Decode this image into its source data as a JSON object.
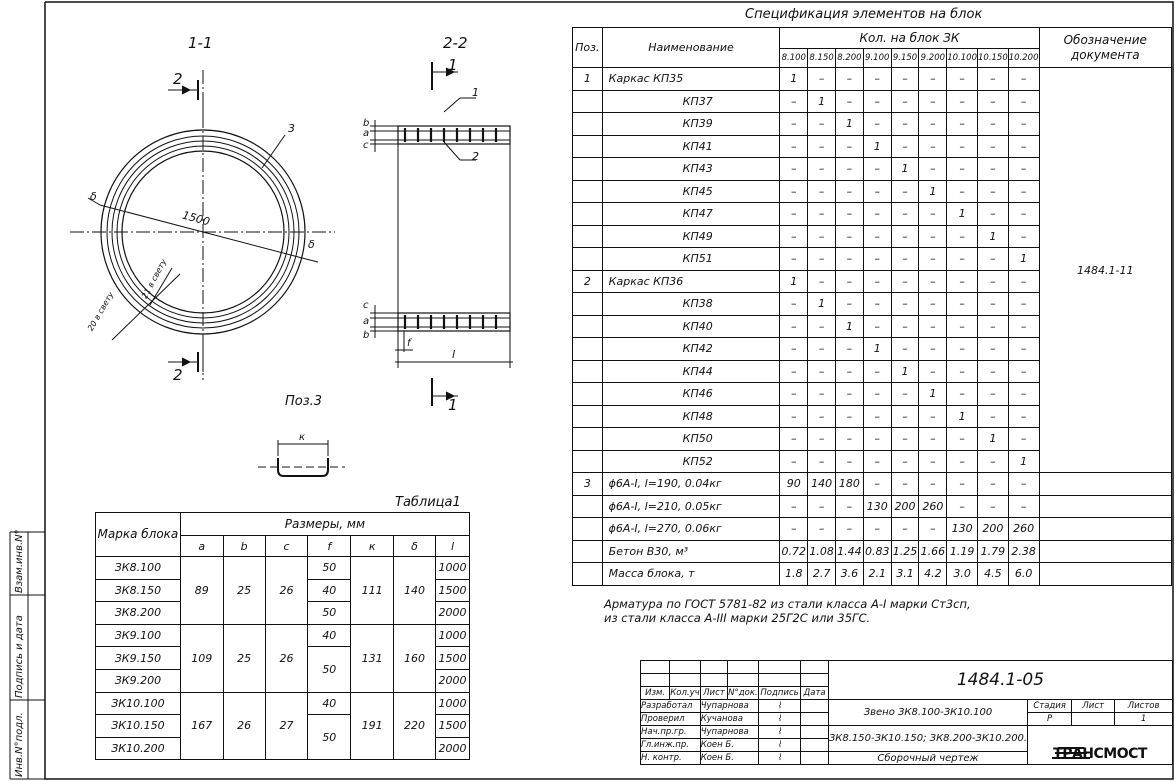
{
  "drawing": {
    "section_11": "1-1",
    "section_22": "2-2",
    "cut_2_top": "2",
    "cut_2_bottom": "2",
    "cut_1_top": "1",
    "cut_1_bottom": "1",
    "diameter": "1500",
    "dim_delta_left": "δ",
    "dim_delta_right": "δ",
    "dim_a": "a",
    "dim_b": "b",
    "dim_c": "c",
    "dim_f": "f",
    "dim_l": "l",
    "dim_k": "к",
    "pos_1": "1",
    "pos_2": "2",
    "pos_3": "3",
    "clear_20": "20 в свету",
    "clear_21": "21 в свету",
    "poz3": "Поз.3"
  },
  "spec": {
    "title": "Спецификация элементов на блок",
    "h_pos": "Поз.",
    "h_name": "Наименование",
    "h_qty": "Кол. на блок ЗК",
    "h_doc": "Обозначение документа",
    "sub_cols": [
      "8.100",
      "8.150",
      "8.200",
      "9.100",
      "9.150",
      "9.200",
      "10.100",
      "10.150",
      "10.200"
    ],
    "doc_value": "1484.1-11",
    "rows": [
      {
        "pos": "1",
        "name": "Каркас КП35",
        "indent": false,
        "q": [
          "1",
          "–",
          "–",
          "–",
          "–",
          "–",
          "–",
          "–",
          "–"
        ]
      },
      {
        "pos": "",
        "name": "КП37",
        "indent": true,
        "q": [
          "–",
          "1",
          "–",
          "–",
          "–",
          "–",
          "–",
          "–",
          "–"
        ]
      },
      {
        "pos": "",
        "name": "КП39",
        "indent": true,
        "q": [
          "–",
          "–",
          "1",
          "–",
          "–",
          "–",
          "–",
          "–",
          "–"
        ]
      },
      {
        "pos": "",
        "name": "КП41",
        "indent": true,
        "q": [
          "–",
          "–",
          "–",
          "1",
          "–",
          "–",
          "–",
          "–",
          "–"
        ]
      },
      {
        "pos": "",
        "name": "КП43",
        "indent": true,
        "q": [
          "–",
          "–",
          "–",
          "–",
          "1",
          "–",
          "–",
          "–",
          "–"
        ]
      },
      {
        "pos": "",
        "name": "КП45",
        "indent": true,
        "q": [
          "–",
          "–",
          "–",
          "–",
          "–",
          "1",
          "–",
          "–",
          "–"
        ]
      },
      {
        "pos": "",
        "name": "КП47",
        "indent": true,
        "q": [
          "–",
          "–",
          "–",
          "–",
          "–",
          "–",
          "1",
          "–",
          "–"
        ]
      },
      {
        "pos": "",
        "name": "КП49",
        "indent": true,
        "q": [
          "–",
          "–",
          "–",
          "–",
          "–",
          "–",
          "–",
          "1",
          "–"
        ]
      },
      {
        "pos": "",
        "name": "КП51",
        "indent": true,
        "q": [
          "–",
          "–",
          "–",
          "–",
          "–",
          "–",
          "–",
          "–",
          "1"
        ]
      },
      {
        "pos": "2",
        "name": "Каркас КП36",
        "indent": false,
        "q": [
          "1",
          "–",
          "–",
          "–",
          "–",
          "–",
          "–",
          "–",
          "–"
        ]
      },
      {
        "pos": "",
        "name": "КП38",
        "indent": true,
        "q": [
          "–",
          "1",
          "–",
          "–",
          "–",
          "–",
          "–",
          "–",
          "–"
        ]
      },
      {
        "pos": "",
        "name": "КП40",
        "indent": true,
        "q": [
          "–",
          "–",
          "1",
          "–",
          "–",
          "–",
          "–",
          "–",
          "–"
        ]
      },
      {
        "pos": "",
        "name": "КП42",
        "indent": true,
        "q": [
          "–",
          "–",
          "–",
          "1",
          "–",
          "–",
          "–",
          "–",
          "–"
        ]
      },
      {
        "pos": "",
        "name": "КП44",
        "indent": true,
        "q": [
          "–",
          "–",
          "–",
          "–",
          "1",
          "–",
          "–",
          "–",
          "–"
        ]
      },
      {
        "pos": "",
        "name": "КП46",
        "indent": true,
        "q": [
          "–",
          "–",
          "–",
          "–",
          "–",
          "1",
          "–",
          "–",
          "–"
        ]
      },
      {
        "pos": "",
        "name": "КП48",
        "indent": true,
        "q": [
          "–",
          "–",
          "–",
          "–",
          "–",
          "–",
          "1",
          "–",
          "–"
        ]
      },
      {
        "pos": "",
        "name": "КП50",
        "indent": true,
        "q": [
          "–",
          "–",
          "–",
          "–",
          "–",
          "–",
          "–",
          "1",
          "–"
        ]
      },
      {
        "pos": "",
        "name": "КП52",
        "indent": true,
        "q": [
          "–",
          "–",
          "–",
          "–",
          "–",
          "–",
          "–",
          "–",
          "1"
        ]
      },
      {
        "pos": "3",
        "name": "ϕ6A-I,  l=190,  0.04кг",
        "indent": false,
        "q": [
          "90",
          "140",
          "180",
          "–",
          "–",
          "–",
          "–",
          "–",
          "–"
        ]
      },
      {
        "pos": "",
        "name": "ϕ6A-I,  l=210,  0.05кг",
        "indent": false,
        "q": [
          "–",
          "–",
          "–",
          "130",
          "200",
          "260",
          "–",
          "–",
          "–"
        ]
      },
      {
        "pos": "",
        "name": "ϕ6A-I,  l=270,  0.06кг",
        "indent": false,
        "q": [
          "–",
          "–",
          "–",
          "–",
          "–",
          "–",
          "130",
          "200",
          "260"
        ]
      },
      {
        "pos": "",
        "name": "Бетон В30,  м³",
        "indent": false,
        "q": [
          "0.72",
          "1.08",
          "1.44",
          "0.83",
          "1.25",
          "1.66",
          "1.19",
          "1.79",
          "2.38"
        ]
      },
      {
        "pos": "",
        "name": "Масса блока,  т",
        "indent": false,
        "q": [
          "1.8",
          "2.7",
          "3.6",
          "2.1",
          "3.1",
          "4.2",
          "3.0",
          "4.5",
          "6.0"
        ]
      }
    ],
    "note_line1": "Арматура по ГОСТ 5781-82 из стали класса А-I марки Ст3сп,",
    "note_line2": "из стали класса А-III марки 25Г2С или 35ГС."
  },
  "dims": {
    "title": "Таблица1",
    "h_mark": "Марка блока",
    "h_sizes": "Размеры, мм",
    "cols": [
      "a",
      "b",
      "c",
      "f",
      "к",
      "δ",
      "l"
    ],
    "groups": [
      {
        "a": "89",
        "b": "25",
        "c": "26",
        "k": "111",
        "d": "140",
        "f_mid": "50",
        "rows": [
          {
            "mark": "ЗК8.100",
            "f": "50",
            "l": "1000"
          },
          {
            "mark": "ЗК8.150",
            "f": "40",
            "l": "1500"
          },
          {
            "mark": "ЗК8.200",
            "f": "50",
            "l": "2000"
          }
        ]
      },
      {
        "a": "109",
        "b": "25",
        "c": "26",
        "k": "131",
        "d": "160",
        "f_mid": "50",
        "rows": [
          {
            "mark": "ЗК9.100",
            "f": "40",
            "l": "1000"
          },
          {
            "mark": "ЗК9.150",
            "f": "",
            "l": "1500"
          },
          {
            "mark": "ЗК9.200",
            "f": "",
            "l": "2000"
          }
        ]
      },
      {
        "a": "167",
        "b": "26",
        "c": "27",
        "k": "191",
        "d": "220",
        "f_mid": "50",
        "rows": [
          {
            "mark": "ЗК10.100",
            "f": "40",
            "l": "1000"
          },
          {
            "mark": "ЗК10.150",
            "f": "",
            "l": "1500"
          },
          {
            "mark": "ЗК10.200",
            "f": "",
            "l": "2000"
          }
        ]
      }
    ]
  },
  "stamp": {
    "code": "1484.1-05",
    "h_izm": "Изм.",
    "h_kol": "Кол.уч",
    "h_list": "Лист",
    "h_ndok": "N°док.",
    "h_podp": "Подпись",
    "h_data": "Дата",
    "roles": [
      {
        "role": "Разработал",
        "name": "Чупарнова"
      },
      {
        "role": "Проверил",
        "name": "Кучанова"
      },
      {
        "role": "Нач.пр.гр.",
        "name": "Чупарнова"
      },
      {
        "role": "Гл.инж.пр.",
        "name": "Коен Б."
      },
      {
        "role": "Н. контр.",
        "name": "Коен Б."
      }
    ],
    "title1": "Звено ЗК8.100-ЗК10.100",
    "title2": "ЗК8.150-ЗК10.150; ЗК8.200-ЗК10.200.",
    "title3": "Сборочный чертеж",
    "h_stage": "Стадия",
    "h_sheet": "Лист",
    "h_sheets": "Листов",
    "stage": "Р",
    "sheets": "1",
    "logo": "ТРАНСМОСТ"
  },
  "side": {
    "inv_podl": "Инв.N°подл.",
    "podpis": "Подпись и дата",
    "vzam": "Взам.инв.N°"
  }
}
